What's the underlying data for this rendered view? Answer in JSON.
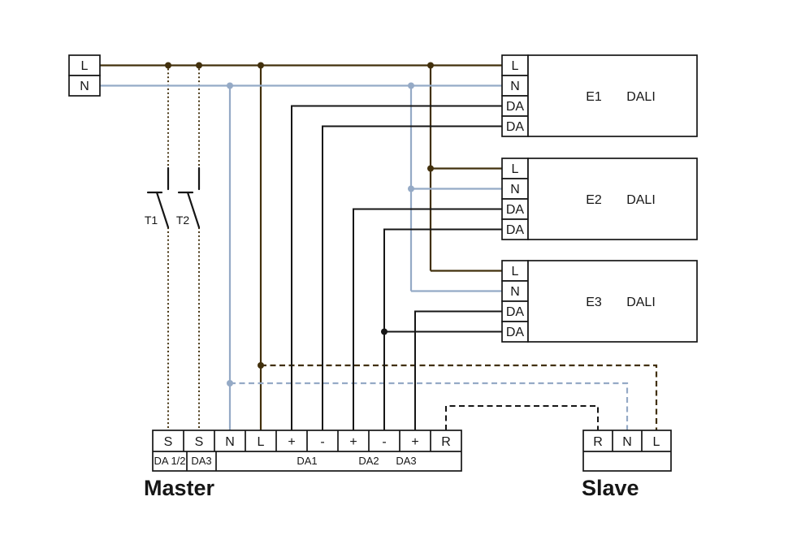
{
  "colors": {
    "live_wire": "#42300c",
    "neutral_wire": "#95aac6",
    "dali_wire": "#161616",
    "outline": "#161616"
  },
  "mains_input": {
    "terminals": [
      "L",
      "N"
    ]
  },
  "switches": [
    {
      "label": "T1"
    },
    {
      "label": "T2"
    }
  ],
  "devices": [
    {
      "name": "E1",
      "bus_label": "DALI",
      "terminals": [
        "L",
        "N",
        "DA",
        "DA"
      ]
    },
    {
      "name": "E2",
      "bus_label": "DALI",
      "terminals": [
        "L",
        "N",
        "DA",
        "DA"
      ]
    },
    {
      "name": "E3",
      "bus_label": "DALI",
      "terminals": [
        "L",
        "N",
        "DA",
        "DA"
      ]
    }
  ],
  "master": {
    "label": "Master",
    "terminals": [
      "S",
      "S",
      "N",
      "L",
      "+",
      "-",
      "+",
      "-",
      "+",
      "R"
    ],
    "group_labels": [
      "DA 1/2",
      "DA3",
      "DA1",
      "DA2",
      "DA3"
    ]
  },
  "slave": {
    "label": "Slave",
    "terminals": [
      "R",
      "N",
      "L"
    ]
  }
}
